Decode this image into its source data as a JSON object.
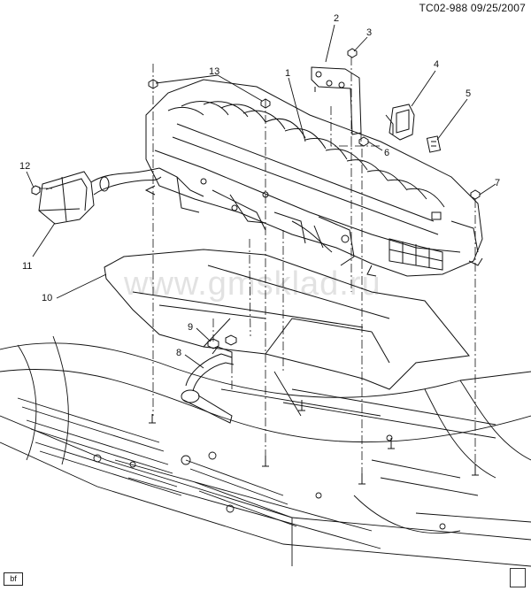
{
  "header": {
    "drawing_id": "TC02-988  09/25/2007"
  },
  "footer": {
    "tag": "bf"
  },
  "watermark": "www.gmsklad.ru",
  "callouts": {
    "c1": "1",
    "c2": "2",
    "c3": "3",
    "c4": "4",
    "c5": "5",
    "c6": "6",
    "c7": "7",
    "c8": "8",
    "c9": "9",
    "c10": "10",
    "c11": "11",
    "c12": "12",
    "c13": "13"
  }
}
